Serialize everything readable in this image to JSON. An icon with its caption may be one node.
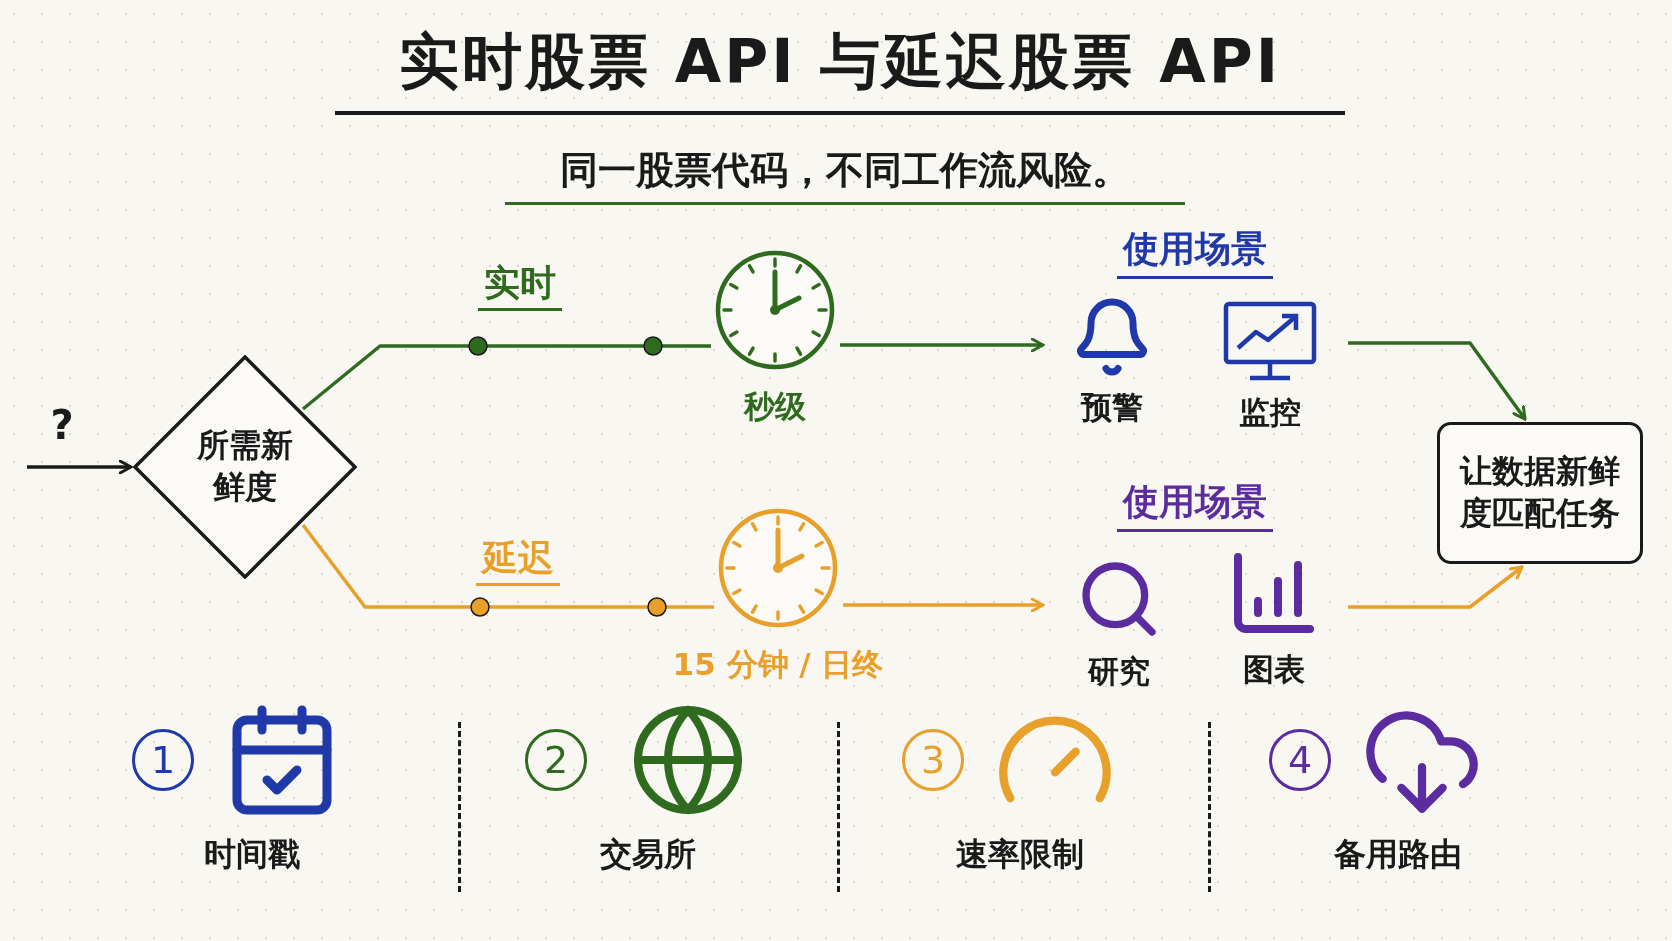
{
  "diagram": {
    "title": "实时股票 API 与延迟股票 API",
    "nodes": [
      {
        "text": [
          "所需新鲜度"
        ]
      },
      {
        "text": [],
        "shape": "clock",
        "beside": [
          "秒级"
        ]
      },
      {
        "text": [],
        "shape": "clock",
        "beside": [
          "15 分钟 / 日终"
        ]
      },
      {
        "text": [
          "使用场景"
        ]
      },
      {
        "text": [
          "预警"
        ],
        "in": 3
      },
      {
        "text": [
          "监控"
        ],
        "in": 3
      },
      {
        "text": [
          "使用场景"
        ]
      },
      {
        "text": [
          "研究"
        ],
        "in": 6
      },
      {
        "text": [
          "图表"
        ],
        "in": 6
      },
      {
        "text": [
          "让数据新鲜度匹配任务"
        ]
      }
    ],
    "edges": [
      {
        "from": null,
        "to": 0,
        "arrow": "to"
      },
      {
        "from": 0,
        "to": 1,
        "arrow": "none",
        "label": "实时",
        "color": "#2e6b1f"
      },
      {
        "from": 1,
        "to": 3,
        "arrow": "to",
        "color": "#2e6b1f"
      },
      {
        "from": 3,
        "to": 9,
        "arrow": "to",
        "color": "#2e6b1f"
      },
      {
        "from": 0,
        "to": 2,
        "arrow": "none",
        "label": "延迟",
        "color": "#e8a02a"
      },
      {
        "from": 2,
        "to": 6,
        "arrow": "to",
        "color": "#e8a02a"
      },
      {
        "from": 6,
        "to": 9,
        "arrow": "to",
        "color": "#e8a02a"
      }
    ],
    "labels": [
      "同一股票代码，不同工作流风险。",
      "?",
      "1",
      "时间戳",
      "2",
      "交易所",
      "3",
      "速率限制",
      "4",
      "备用路由"
    ]
  }
}
